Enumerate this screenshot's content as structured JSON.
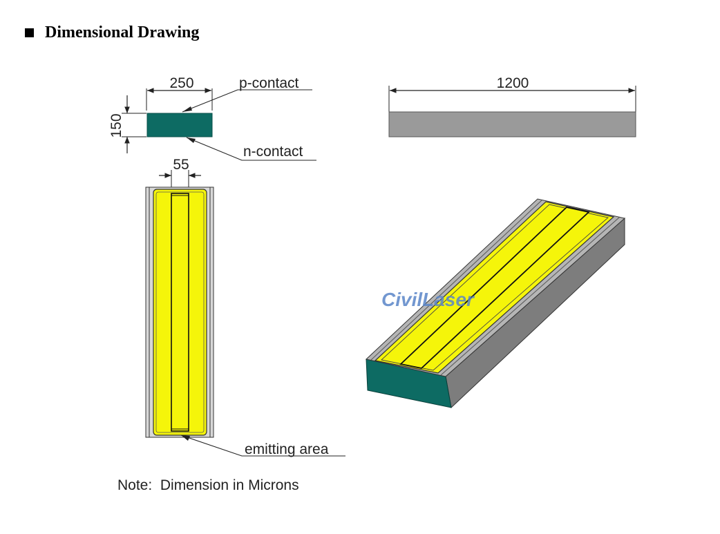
{
  "heading": {
    "title": "Dimensional Drawing"
  },
  "dimensions": {
    "width": "250",
    "height": "150",
    "length": "1200",
    "emitter_width": "55"
  },
  "labels": {
    "p_contact": "p-contact",
    "n_contact": "n-contact",
    "emitting_area": "emitting area"
  },
  "note": "Note:  Dimension in Microns",
  "watermark": "CivilLaser",
  "colors": {
    "contact_teal": "#0d6b63",
    "emitter_yellow": "#f5f50a",
    "body_gray": "#9a9a9a",
    "side_gray": "#7d7d7d"
  }
}
